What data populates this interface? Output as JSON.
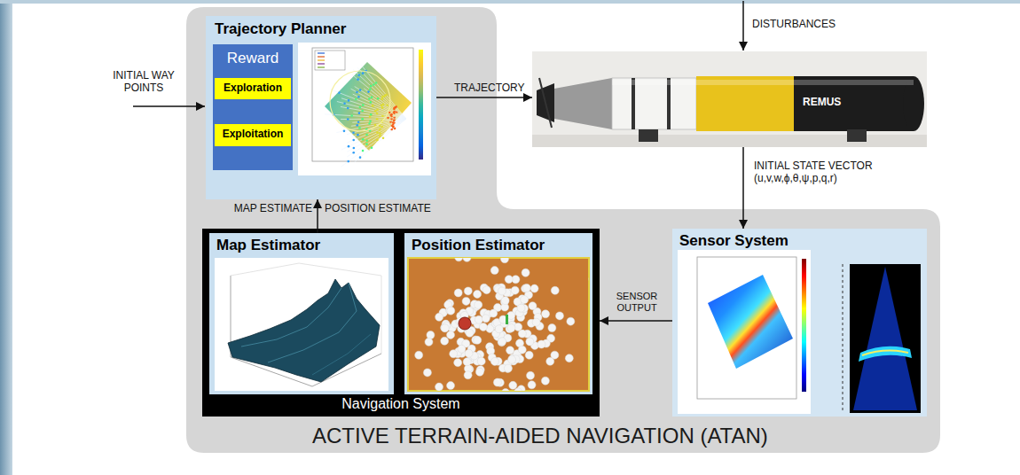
{
  "diagram": {
    "nodes": [
      {
        "text": [
          "ACTIVE TERRAIN-AIDED NAVIGATION (ATAN)"
        ]
      },
      {
        "text": [
          "Trajectory Planner"
        ],
        "in": 0
      },
      {
        "text": [
          "Reward"
        ],
        "in": 1
      },
      {
        "text": [
          "Exploration"
        ],
        "in": 2
      },
      {
        "text": [
          "Exploitation"
        ],
        "in": 2
      },
      {
        "text": [
          "REMUS"
        ]
      },
      {
        "text": [
          "Navigation System"
        ],
        "in": 0
      },
      {
        "text": [
          "Map Estimator"
        ],
        "in": 6
      },
      {
        "text": [
          "Position Estimator"
        ],
        "in": 6
      },
      {
        "text": [
          "Sensor System"
        ],
        "in": 0
      }
    ],
    "edges": [
      {
        "from": 1,
        "to": 5,
        "label": "TRAJECTORY",
        "arrow": "to"
      },
      {
        "from": 5,
        "to": 9,
        "label": "INITIAL STATE VECTOR (u,v,w,ϕ,θ,ψ,p,q,r)",
        "arrow": "to"
      },
      {
        "from": 9,
        "to": 6,
        "label": "SENSOR OUTPUT",
        "arrow": "to"
      },
      {
        "from": 7,
        "to": 1,
        "label": "MAP ESTIMATE",
        "arrow": "to"
      }
    ],
    "labels": [
      "INITIAL WAY POINTS",
      "DISTURBANCES",
      "POSITION ESTIMATE"
    ]
  }
}
